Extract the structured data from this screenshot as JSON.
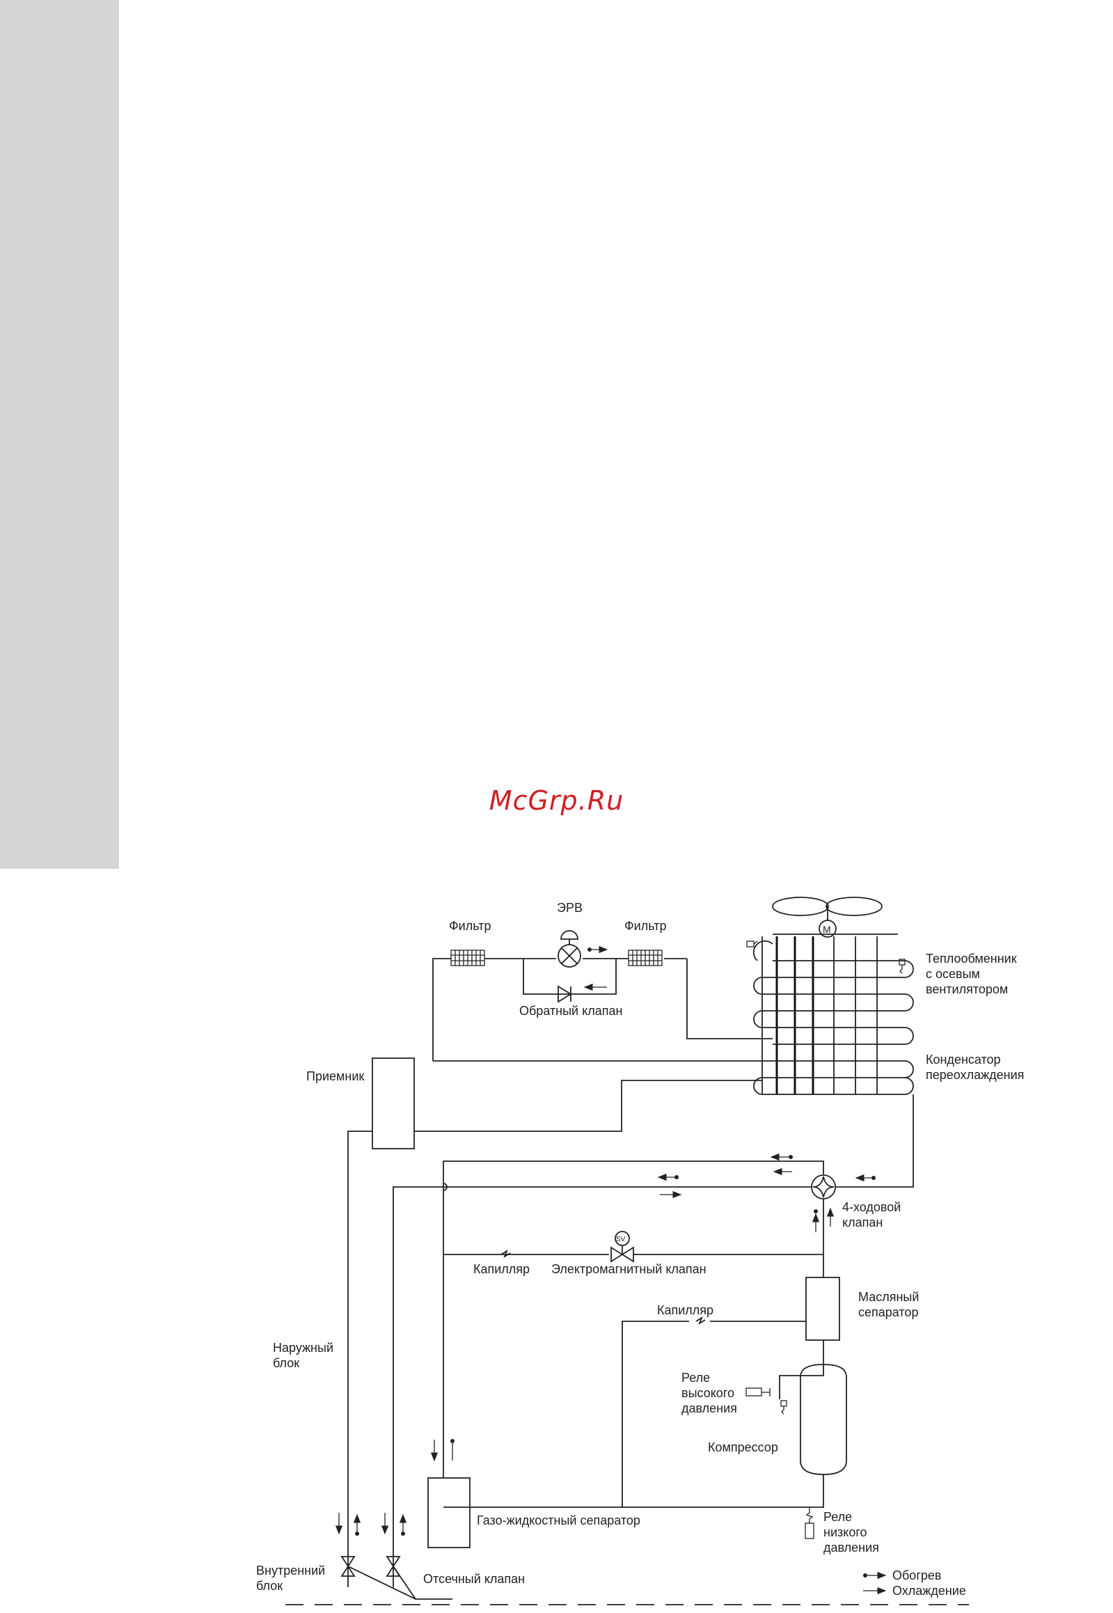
{
  "watermark": "McGrp.Ru",
  "labels": {
    "erv": "ЭРВ",
    "filter_left": "Фильтр",
    "filter_right": "Фильтр",
    "check_valve": "Обратный клапан",
    "heat_exchanger": [
      "Теплообменник",
      "с осевым",
      "вентилятором"
    ],
    "subcooler": [
      "Конденсатор",
      "переохлаждения"
    ],
    "receiver": "Приемник",
    "four_way_valve": [
      "4-ходовой",
      "клапан"
    ],
    "capillary_1": "Капилляр",
    "solenoid_valve": "Электромагнитный  клапан",
    "sv_mark": "SV",
    "motor_mark": "M",
    "capillary_2": "Капилляр",
    "oil_separator": [
      "Масляный",
      "сепаратор"
    ],
    "outdoor_unit": [
      "Наружный",
      "блок"
    ],
    "high_pressure_relay": [
      "Реле",
      "высокого",
      "давления"
    ],
    "compressor": "Компрессор",
    "gas_liquid_separator": "Газо-жидкостный сепаратор",
    "low_pressure_relay": [
      "Реле",
      "низкого",
      "давления"
    ],
    "indoor_unit": [
      "Внутренний",
      "блок"
    ],
    "shutoff_valve": "Отсечный клапан",
    "legend_heating": "Обогрев",
    "legend_cooling": "Охлаждение"
  }
}
